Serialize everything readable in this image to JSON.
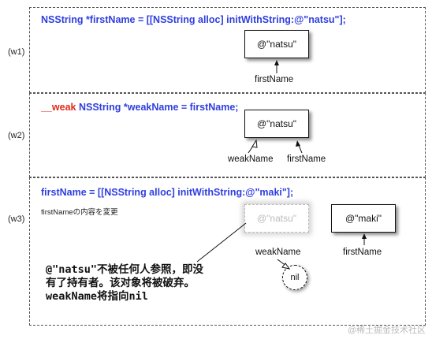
{
  "rows": [
    {
      "label": "(w1)",
      "code": "NSString *firstName = [[NSString alloc] initWithString:@\"natsu\"];",
      "object": "@\"natsu\"",
      "vars": [
        "firstName"
      ]
    },
    {
      "label": "(w2)",
      "code_keyword": "__weak",
      "code": " NSString *weakName = firstName;",
      "object": "@\"natsu\"",
      "vars": [
        "weakName",
        "firstName"
      ]
    },
    {
      "label": "(w3)",
      "code": "firstName = [[NSString alloc] initWithString:@\"maki\"];",
      "note": "firstNameの内容を変更",
      "dead_object": "@\"natsu\"",
      "new_object": "@\"maki\"",
      "vars": [
        "weakName",
        "firstName"
      ],
      "nil": "nil",
      "comment": [
        "@\"natsu\"不被任何人参照，即没",
        "有了持有者。该对象将被破弃。",
        "weakName将指向nil"
      ]
    }
  ],
  "watermark": "@稀土掘金技术社区"
}
